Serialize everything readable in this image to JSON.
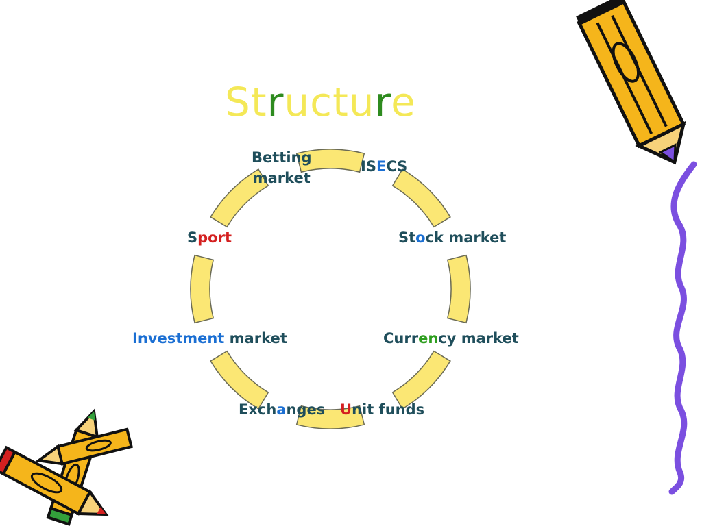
{
  "slide": {
    "title": {
      "parts": [
        {
          "text": "St",
          "color": "#f4e857"
        },
        {
          "text": "r",
          "color": "#2e8b1f"
        },
        {
          "text": "uctu",
          "color": "#f4e857"
        },
        {
          "text": "r",
          "color": "#2e8b1f"
        },
        {
          "text": "e",
          "color": "#f4e857"
        }
      ]
    },
    "colors": {
      "arc_fill": "#fbe774",
      "arc_stroke": "#6b6b55",
      "label_default": "#1f4e5b",
      "accent_red": "#d42020",
      "accent_blue": "#1b6fd3",
      "accent_green": "#2e9e1f",
      "wave_color": "#7b4fe0",
      "pencil_yellow": "#f5b51b"
    },
    "cycle_labels": [
      {
        "id": "isecs",
        "parts": [
          {
            "text": "IS",
            "color": "#1f4e5b"
          },
          {
            "text": "E",
            "color": "#1b6fd3"
          },
          {
            "text": "CS",
            "color": "#1f4e5b"
          }
        ]
      },
      {
        "id": "stock-market",
        "parts": [
          {
            "text": "St",
            "color": "#1f4e5b"
          },
          {
            "text": "o",
            "color": "#1b6fd3"
          },
          {
            "text": "ck market",
            "color": "#1f4e5b"
          }
        ]
      },
      {
        "id": "currency-market",
        "parts": [
          {
            "text": "Curr",
            "color": "#1f4e5b"
          },
          {
            "text": "en",
            "color": "#2e9e1f"
          },
          {
            "text": "cy market",
            "color": "#1f4e5b"
          }
        ]
      },
      {
        "id": "unit-funds",
        "parts": [
          {
            "text": "U",
            "color": "#d42020"
          },
          {
            "text": "nit funds",
            "color": "#1f4e5b"
          }
        ]
      },
      {
        "id": "exchanges",
        "parts": [
          {
            "text": "Exch",
            "color": "#1f4e5b"
          },
          {
            "text": "a",
            "color": "#1b6fd3"
          },
          {
            "text": "nges",
            "color": "#1f4e5b"
          }
        ]
      },
      {
        "id": "investment-market",
        "parts": [
          {
            "text": "Investment",
            "color": "#1b6fd3"
          },
          {
            "text": " market",
            "color": "#1f4e5b"
          }
        ]
      },
      {
        "id": "sport",
        "parts": [
          {
            "text": "S",
            "color": "#1f4e5b"
          },
          {
            "text": "port",
            "color": "#d42020"
          }
        ]
      },
      {
        "id": "betting-market",
        "parts": [
          {
            "text": "Betting\nmarket",
            "color": "#1f4e5b"
          }
        ]
      }
    ]
  }
}
